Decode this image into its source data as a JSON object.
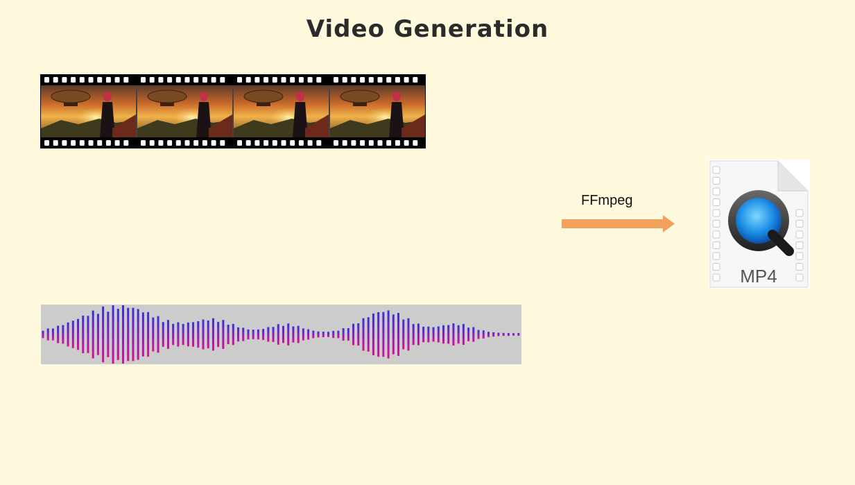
{
  "title": "Video Generation",
  "video_frames": {
    "count": 4,
    "scene": "airship-sunset-woman-frame"
  },
  "audio": {
    "icon": "audio-waveform"
  },
  "conversion": {
    "tool": "FFmpeg",
    "arrow_color": "#f2a05c"
  },
  "output": {
    "format_label": "MP4",
    "icon": "quicktime-file-icon"
  },
  "colors": {
    "background": "#fff9dd",
    "wave_top": "#3b2fd6",
    "wave_bottom": "#d4129a",
    "audio_bg": "#cccccc"
  }
}
